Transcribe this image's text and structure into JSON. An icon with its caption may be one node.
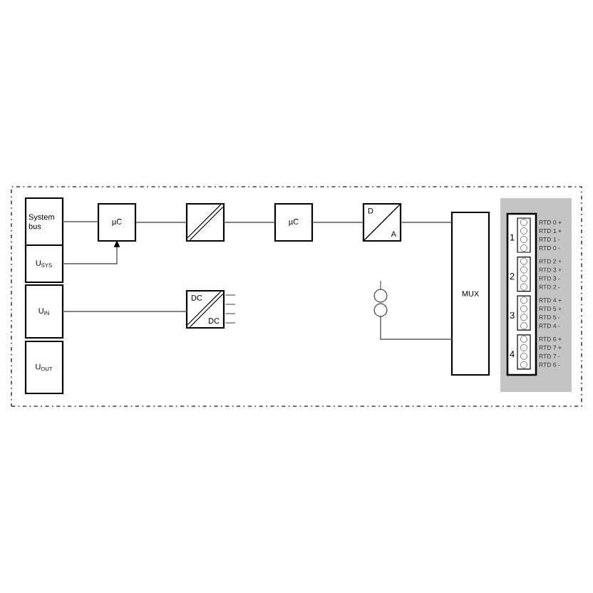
{
  "diagram": {
    "nodes": [
      {
        "text": [],
        "shape": "box"
      },
      {
        "text": [
          "System bus"
        ],
        "in": 0
      },
      {
        "text": [
          "U$_{SYS}$"
        ],
        "in": 0
      },
      {
        "text": [
          "U$_{IN}$"
        ],
        "in": 0
      },
      {
        "text": [
          "U$_{OUT}$"
        ],
        "in": 0
      },
      {
        "text": [
          "µC"
        ],
        "in": 0
      },
      {
        "text": [],
        "shape": "box",
        "in": 0
      },
      {
        "text": [
          "µC"
        ],
        "in": 0
      },
      {
        "text": [
          "D",
          "A"
        ],
        "in": 0
      },
      {
        "text": [
          "DC",
          "DC"
        ],
        "in": 0
      },
      {
        "text": [],
        "shape": "circle",
        "in": 0
      },
      {
        "text": [
          "MUX"
        ],
        "in": 0
      },
      {
        "text": [],
        "shape": "box",
        "in": 0
      },
      {
        "text": [],
        "shape": "box",
        "in": 12
      },
      {
        "text": [
          "1"
        ],
        "beside": [
          "RTD 0 +",
          "RTD 1 +",
          "RTD 1 -",
          "RTD 0 -"
        ],
        "in": 13
      },
      {
        "text": [
          "2"
        ],
        "beside": [
          "RTD 2 +",
          "RTD 3 +",
          "RTD 3 -",
          "RTD 2 -"
        ],
        "in": 13
      },
      {
        "text": [
          "3"
        ],
        "beside": [
          "RTD 4 +",
          "RTD 5 +",
          "RTD 5 -",
          "RTD 4 -"
        ],
        "in": 13
      },
      {
        "text": [
          "4"
        ],
        "beside": [
          "RTD 6 +",
          "RTD 7 +",
          "RTD 7 -",
          "RTD 6 -"
        ],
        "in": 13
      }
    ],
    "edges": [
      {
        "from": 1,
        "to": 5,
        "arrow": "none"
      },
      {
        "from": 2,
        "to": 5,
        "arrow": "to"
      },
      {
        "from": 5,
        "to": 6,
        "arrow": "none"
      },
      {
        "from": 6,
        "to": 7,
        "arrow": "none"
      },
      {
        "from": 7,
        "to": 8,
        "arrow": "none"
      },
      {
        "from": 8,
        "to": 11,
        "arrow": "none"
      },
      {
        "from": 3,
        "to": 9,
        "arrow": "none"
      },
      {
        "from": 10,
        "to": 11,
        "arrow": "none"
      }
    ]
  }
}
